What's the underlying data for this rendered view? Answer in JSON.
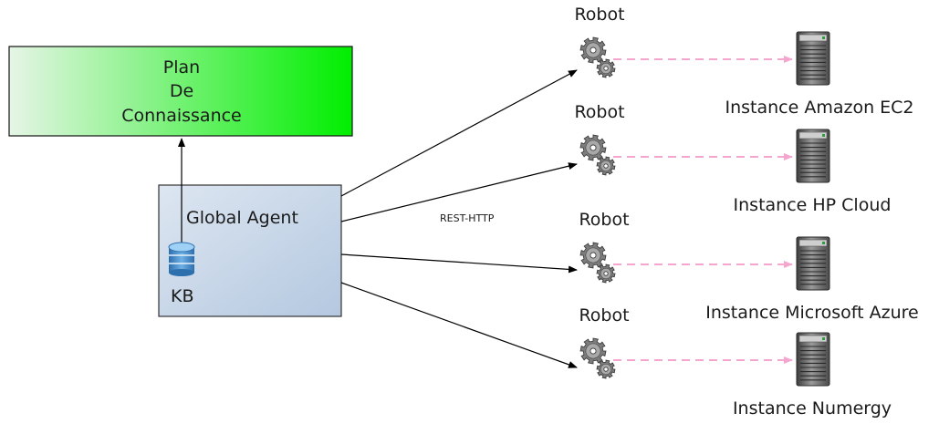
{
  "plan": {
    "lines": [
      "Plan",
      "De",
      "Connaissance"
    ]
  },
  "agent": {
    "label": "Global Agent",
    "kb_label": "KB"
  },
  "protocol_label": "REST-HTTP",
  "robots": [
    {
      "label": "Robot",
      "instance": "Instance Amazon EC2"
    },
    {
      "label": "Robot",
      "instance": "Instance HP Cloud"
    },
    {
      "label": "Robot",
      "instance": "Instance Microsoft Azure"
    },
    {
      "label": "Robot",
      "instance": "Instance Numergy"
    }
  ],
  "colors": {
    "plan_gradient_start": "#e6f5e6",
    "plan_gradient_end": "#00ee00",
    "agent_fill_start": "#dde6f1",
    "agent_fill_end": "#b4c8e0",
    "dashed_arrow": "#f5a6cf",
    "database_icon": "#3b86c8"
  }
}
